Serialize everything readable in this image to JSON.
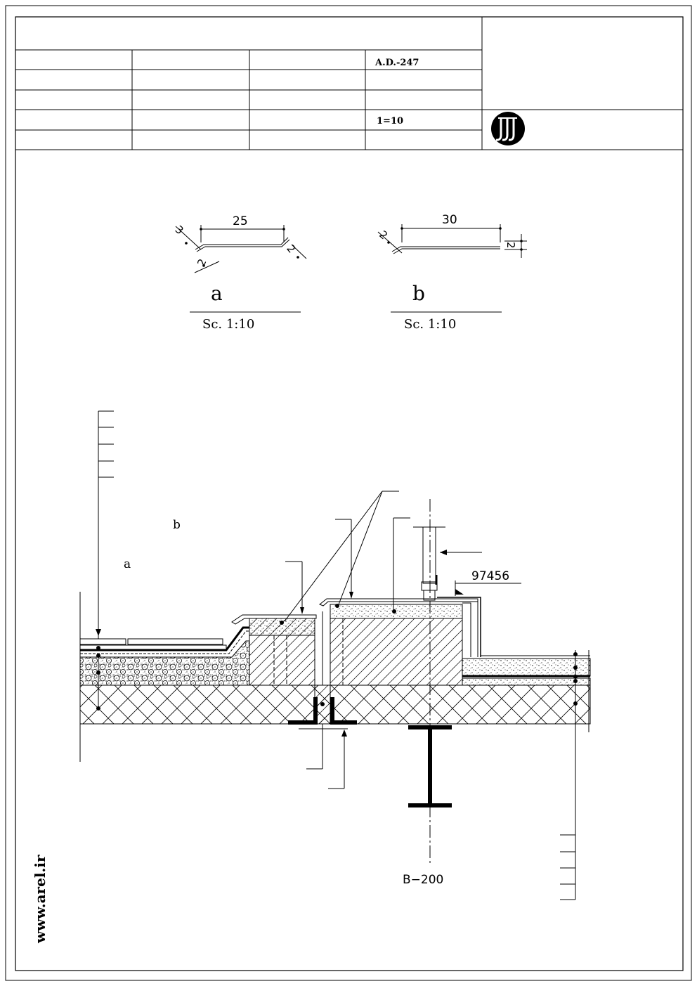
{
  "title_block": {
    "drawing_no": "A.D.-247",
    "scale": "1=10"
  },
  "detail_a": {
    "letter": "a",
    "scale": "Sc. 1:10",
    "dims": {
      "top": "25",
      "left_a": "3",
      "left_b": "2",
      "right": "2"
    }
  },
  "detail_b": {
    "letter": "b",
    "scale": "Sc. 1:10",
    "dims": {
      "top": "30",
      "left": "2",
      "right": "2"
    }
  },
  "section": {
    "label_a": "a",
    "label_b": "b",
    "level_mark": "97456",
    "beam_label": "B−200"
  },
  "watermark": "www.arel.ir",
  "colors": {
    "ink": "#000000",
    "paper": "#ffffff"
  }
}
